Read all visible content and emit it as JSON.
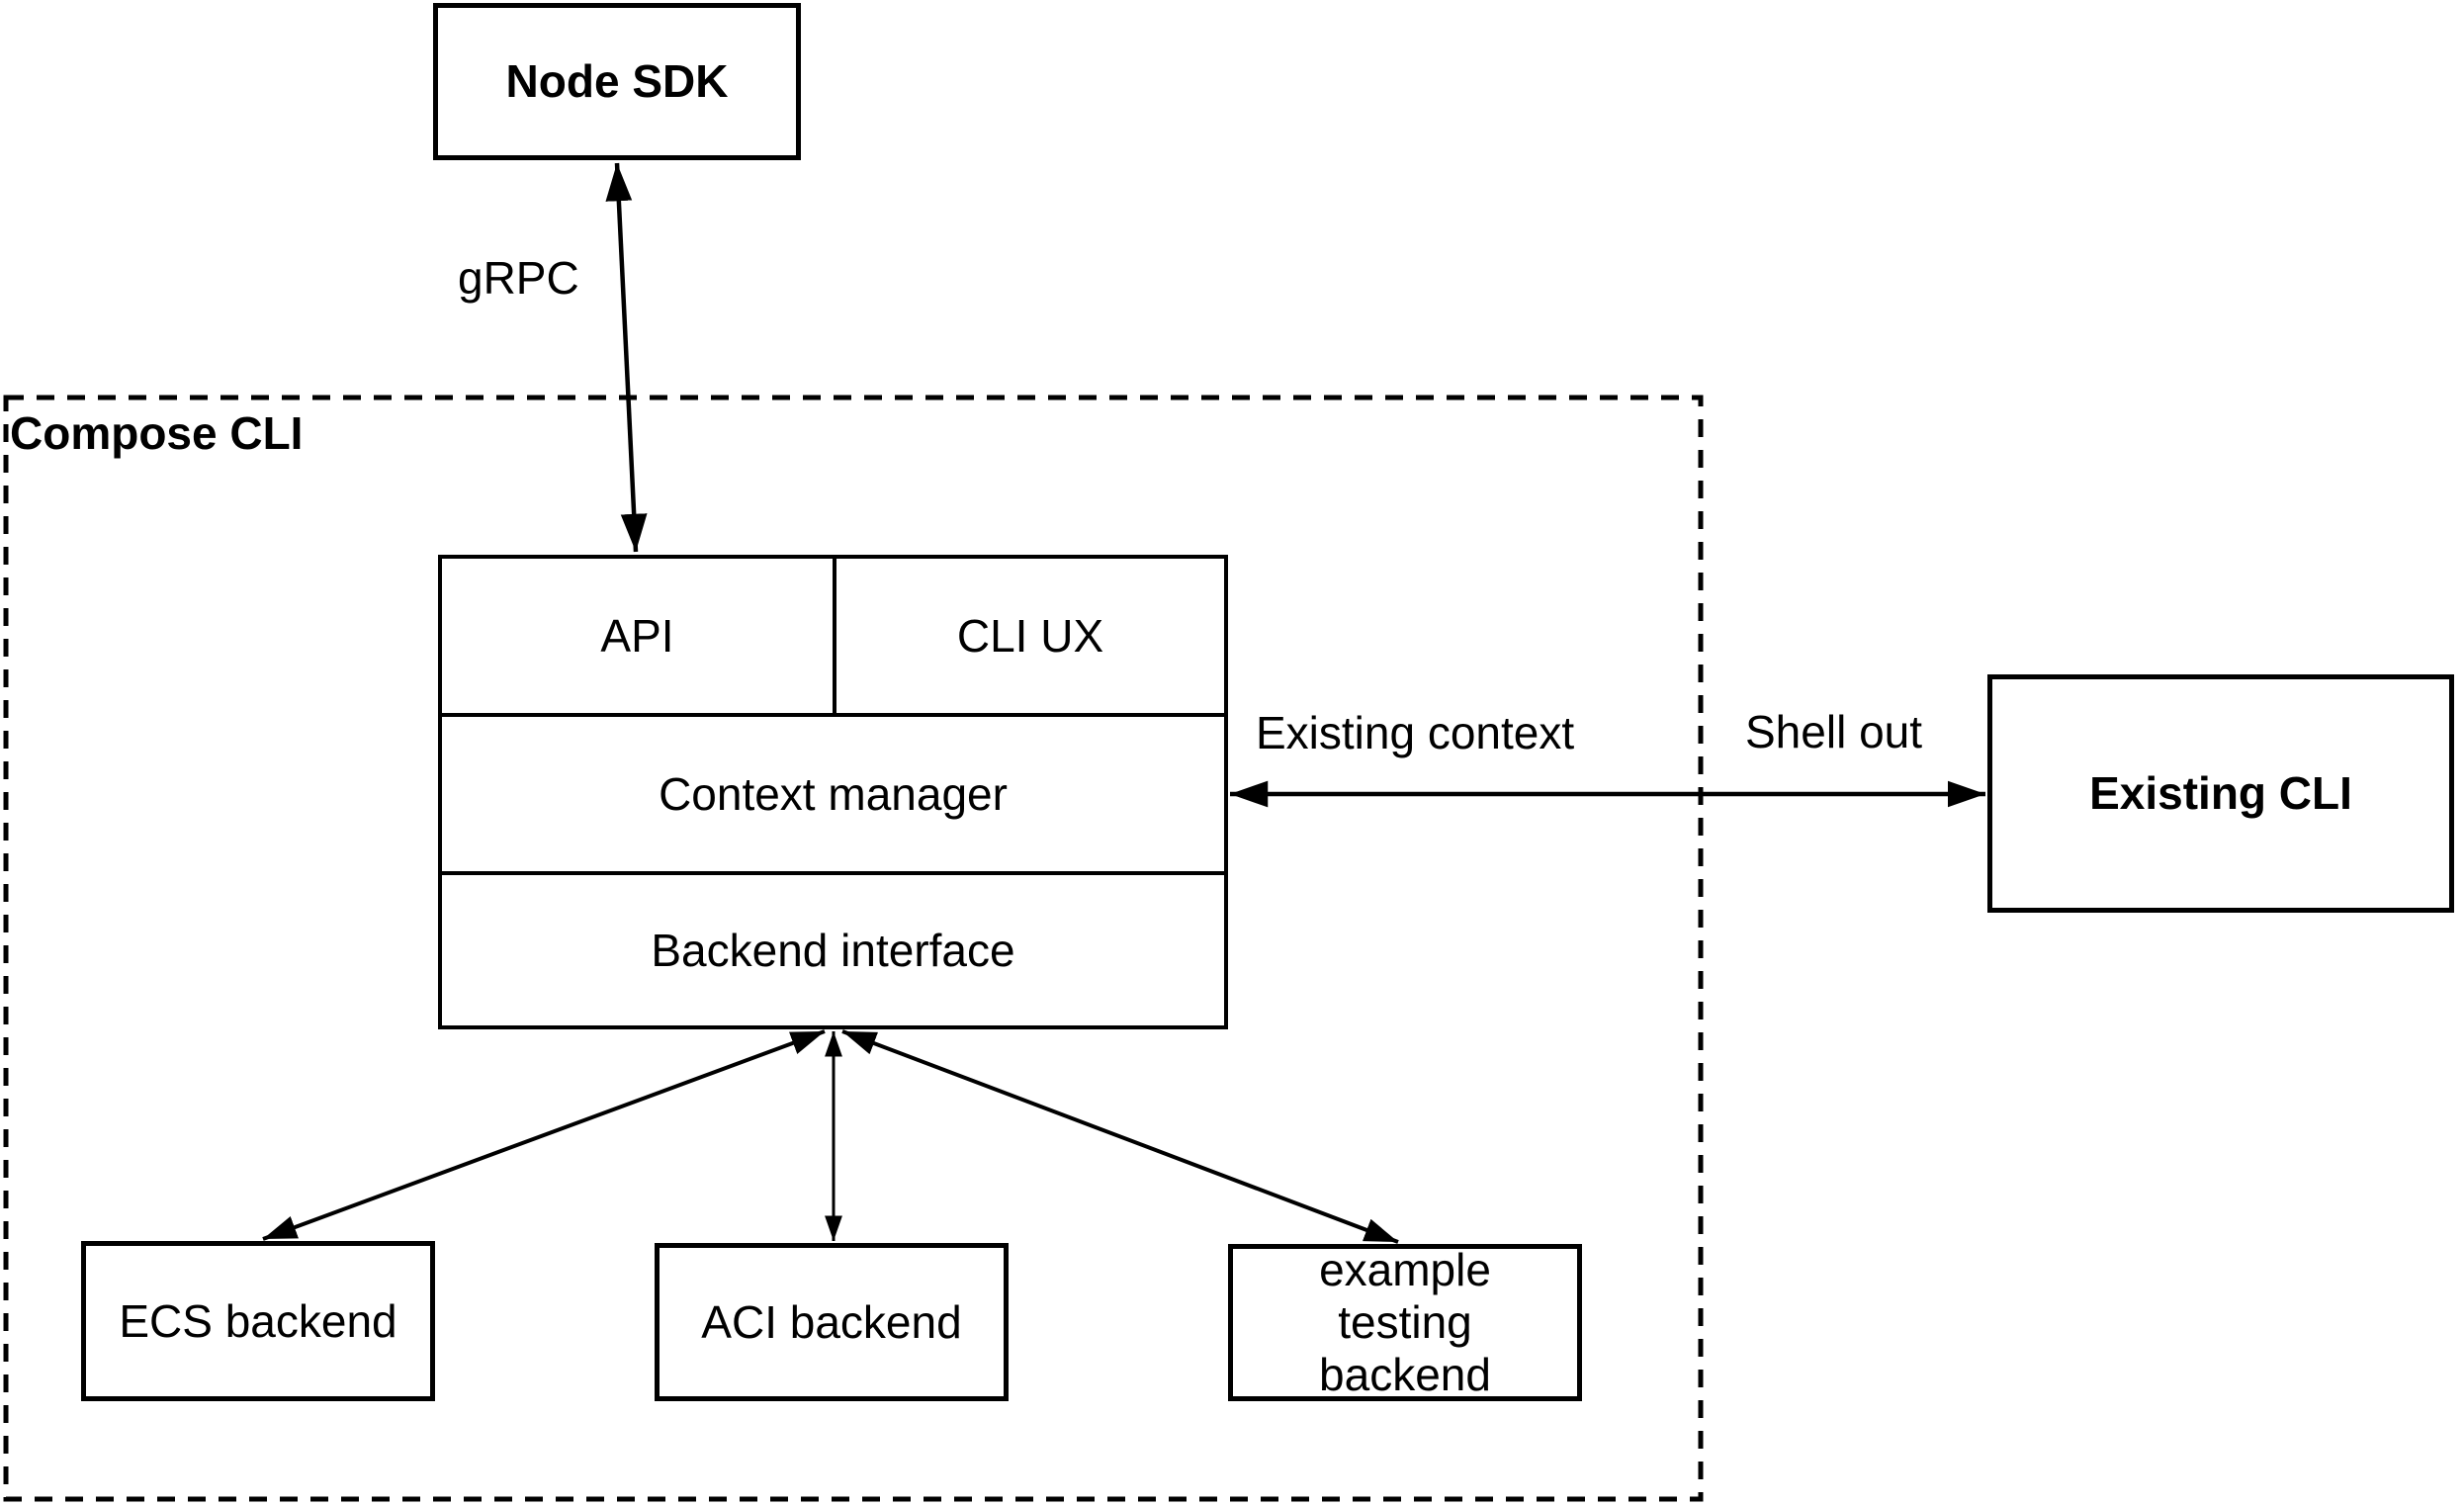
{
  "nodes": {
    "node_sdk": "Node SDK",
    "api": "API",
    "cli_ux": "CLI UX",
    "context_manager": "Context manager",
    "backend_interface": "Backend interface",
    "ecs_backend": "ECS backend",
    "aci_backend": "ACI backend",
    "example_testing_backend": "example testing backend",
    "existing_cli": "Existing CLI"
  },
  "containers": {
    "compose_cli": "Compose CLI"
  },
  "edge_labels": {
    "grpc": "gRPC",
    "existing_context": "Existing context",
    "shell_out": "Shell out"
  },
  "colors": {
    "stroke": "#000000",
    "fill": "#ffffff",
    "background": "#ffffff"
  }
}
